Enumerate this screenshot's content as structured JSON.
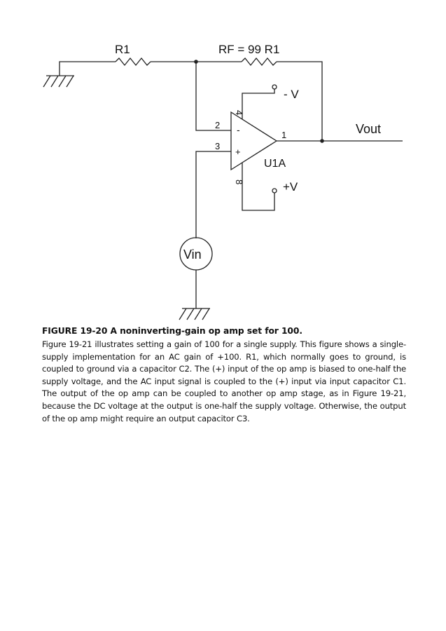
{
  "schematic": {
    "labels": {
      "r1": "R1",
      "rf": "RF = 99 R1",
      "neg_supply": "- V",
      "pos_supply": "+V",
      "output": "Vout",
      "opamp_ref": "U1A",
      "source": "Vin",
      "pin_inverting": "2",
      "pin_noninverting": "3",
      "pin_output": "1",
      "pin_vminus": "4",
      "pin_vplus": "8",
      "minus_sign": "-",
      "plus_sign": "+"
    }
  },
  "caption": {
    "title": "FIGURE 19-20 A noninverting-gain op amp set for 100.",
    "body": "Figure 19-21 illustrates setting a gain of 100 for a single supply. This figure shows a single-supply implementation for an AC gain of +100. R1, which normally goes to ground, is coupled to ground via a capacitor C2. The (+) input of the op amp is biased to one-half the supply voltage, and the AC input signal is coupled to the (+) input via input capacitor C1. The output of the op amp can be coupled to another op amp stage, as in Figure 19-21, because the DC voltage at the output is one-half the supply voltage. Otherwise, the output of the op amp might require an output capacitor C3."
  }
}
